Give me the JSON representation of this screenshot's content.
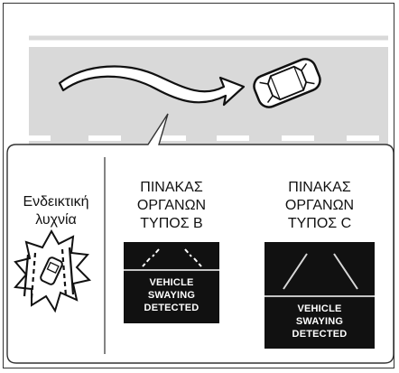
{
  "indicator": {
    "line1": "Ενδεικτική",
    "line2": "λυχνία"
  },
  "panel_b": {
    "line1": "ΠΙΝΑΚΑΣ",
    "line2": "ΟΡΓΑΝΩΝ",
    "line3": "ΤΥΠΟΣ B",
    "msg1": "VEHICLE",
    "msg2": "SWAYING",
    "msg3": "DETECTED"
  },
  "panel_c": {
    "line1": "ΠΙΝΑΚΑΣ",
    "line2": "ΟΡΓΑΝΩΝ",
    "line3": "ΤΥΠΟΣ C",
    "msg1": "VEHICLE",
    "msg2": "SWAYING",
    "msg3": "DETECTED"
  },
  "colors": {
    "road": "#d9d9d9",
    "screen": "#111111",
    "callout_border": "#333333"
  }
}
